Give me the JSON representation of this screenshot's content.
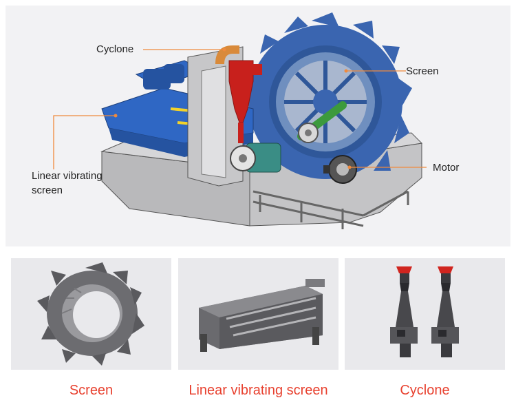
{
  "diagram": {
    "callouts": {
      "cyclone": "Cyclone",
      "screen": "Screen",
      "linear_line1": "Linear vibrating",
      "linear_line2": "screen",
      "motor": "Motor"
    },
    "colors": {
      "leader_line": "#f08a3c",
      "caption_text": "#e8412f",
      "screen_blue": "#3a65b0",
      "cyclone_red": "#c8201c",
      "frame_gray": "#b8b8b8"
    }
  },
  "cards": [
    {
      "caption": "Screen",
      "icon": "screen-wheel"
    },
    {
      "caption": "Linear vibrating screen",
      "icon": "vibrating-screen"
    },
    {
      "caption": "Cyclone",
      "icon": "cyclone-pair"
    }
  ]
}
